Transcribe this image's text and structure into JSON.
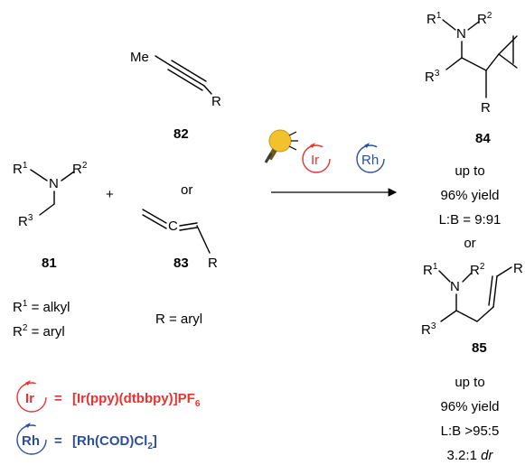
{
  "compounds": {
    "c81": {
      "number": "81",
      "r1": "1",
      "r2": "2",
      "r3": "3"
    },
    "c82": {
      "number": "82",
      "me": "Me",
      "r": "R"
    },
    "c83": {
      "number": "83",
      "c": "C",
      "r": "R"
    },
    "c84": {
      "number": "84"
    },
    "c85": {
      "number": "85"
    }
  },
  "atoms": {
    "n": "N",
    "r": "R",
    "r1": "1",
    "r2": "2",
    "r3": "3"
  },
  "plus": "+",
  "or1": "or",
  "or2": "or",
  "conditions": {
    "r1_def_prefix": "R",
    "r1_def_sup": "1",
    "r1_def": " = alkyl",
    "r2_def_prefix": "R",
    "r2_def_sup": "2",
    "r2_def": " = aryl",
    "r_def": "R = aryl"
  },
  "catalysts": {
    "ir_badge": "Ir",
    "ir_equals": "=",
    "ir_formula": "[Ir(ppy)(dtbbpy)]PF",
    "ir_sub": "6",
    "rh_badge": "Rh",
    "rh_equals": "=",
    "rh_formula": "[Rh(COD)Cl",
    "rh_sub": "2",
    "rh_close": "]"
  },
  "results": {
    "p84": {
      "line1": "up to",
      "line2": "96% yield",
      "line3": "L:B = 9:91"
    },
    "p85": {
      "line1": "up to",
      "line2": "96% yield",
      "line3": "L:B >95:5",
      "line4": "3.2:1",
      "dr": "dr"
    }
  },
  "colors": {
    "ir": "#e8332e",
    "rh": "#2b4f9e",
    "bulb": "#f2c12e"
  },
  "icons": [
    "lightbulb-icon",
    "ir-cycle-icon",
    "rh-cycle-icon"
  ]
}
